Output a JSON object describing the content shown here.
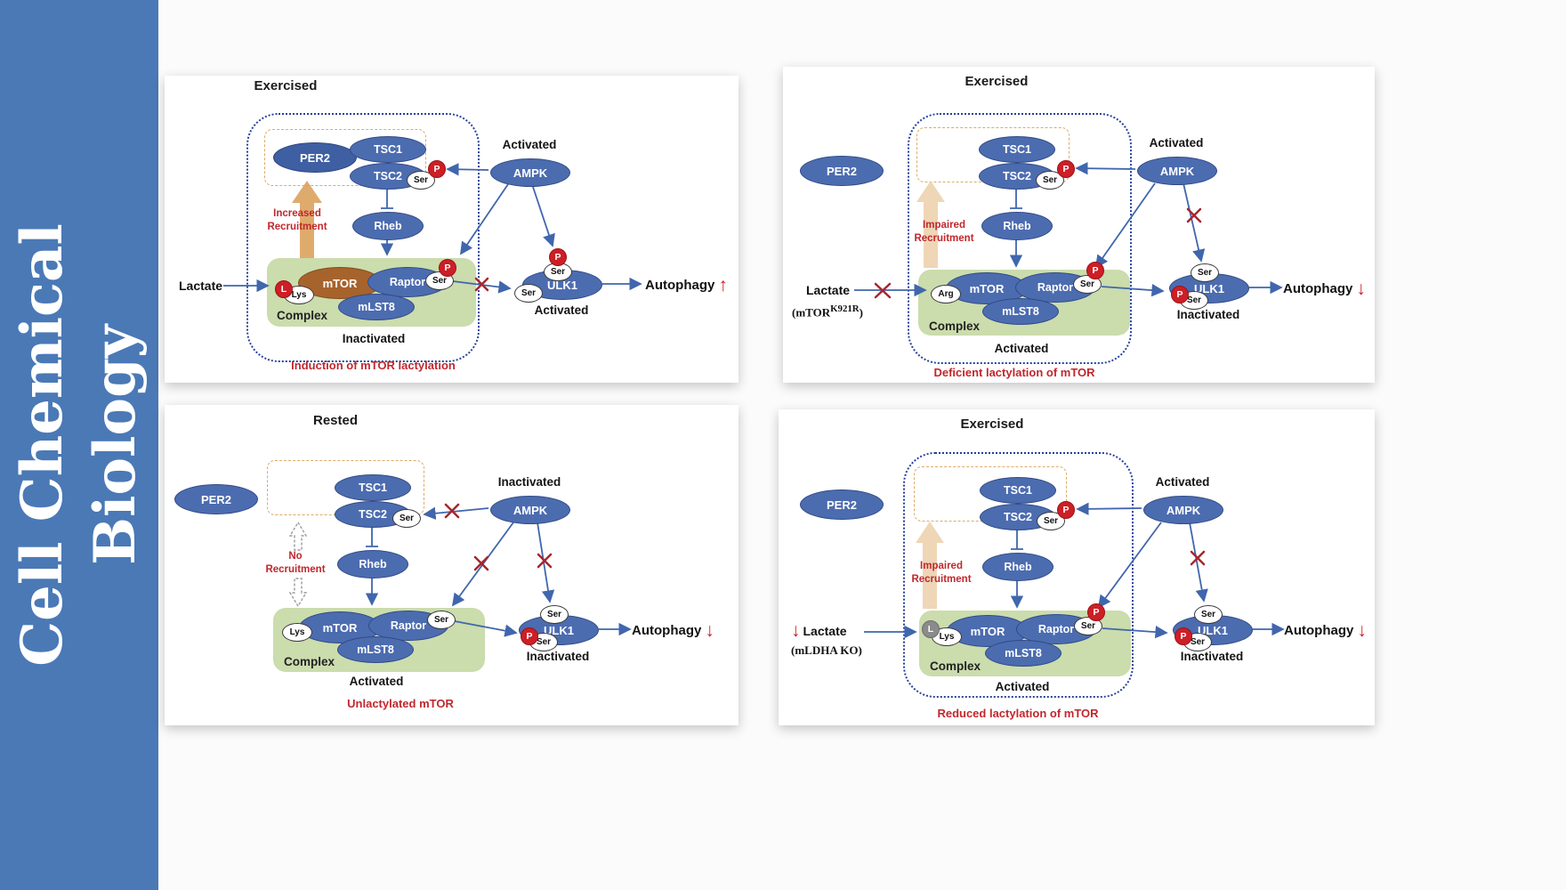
{
  "sidebar": {
    "title_line1": "Cell Chemical",
    "title_line2": "Biology"
  },
  "common": {
    "ser": "Ser",
    "p": "P"
  },
  "colors": {
    "sidebar_bg": "#4a79b6",
    "protein_blue": "#4c6cb0",
    "mtor_lactylated_brown": "#a7632c",
    "complex_green": "#cbdcad",
    "phospho_red": "#cc1f26",
    "caption_red": "#c0272d",
    "recruitment_tan": "#d99c54"
  },
  "p1": {
    "title": "Exercised",
    "per2": "PER2",
    "tsc1": "TSC1",
    "tsc2": "TSC2",
    "ampk": "AMPK",
    "ampk_state": "Activated",
    "rheb": "Rheb",
    "recruitment1": "Increased",
    "recruitment2": "Recruitment",
    "lactate": "Lactate",
    "l_badge": "L",
    "residue": "Lys",
    "mtor": "mTOR",
    "raptor": "Raptor",
    "mlst8": "mLST8",
    "complex": "Complex",
    "complex_state": "Inactivated",
    "ulk1": "ULK1",
    "ulk1_state": "Activated",
    "autophagy": "Autophagy",
    "autophagy_arrow": "↑",
    "caption": "Induction of mTOR lactylation"
  },
  "p2": {
    "title": "Exercised",
    "per2": "PER2",
    "tsc1": "TSC1",
    "tsc2": "TSC2",
    "ampk": "AMPK",
    "ampk_state": "Activated",
    "rheb": "Rheb",
    "recruitment1": "Impaired",
    "recruitment2": "Recruitment",
    "lactate": "Lactate",
    "mutant_pre": "(mTOR",
    "mutant_sup": "K921R",
    "mutant_post": ")",
    "residue": "Arg",
    "mtor": "mTOR",
    "raptor": "Raptor",
    "mlst8": "mLST8",
    "complex": "Complex",
    "complex_state": "Activated",
    "ulk1": "ULK1",
    "ulk1_state": "Inactivated",
    "autophagy": "Autophagy",
    "autophagy_arrow": "↓",
    "caption": "Deficient lactylation of mTOR"
  },
  "p3": {
    "title": "Rested",
    "per2": "PER2",
    "tsc1": "TSC1",
    "tsc2": "TSC2",
    "ampk": "AMPK",
    "ampk_state": "Inactivated",
    "rheb": "Rheb",
    "recruitment1": "No",
    "recruitment2": "Recruitment",
    "residue": "Lys",
    "mtor": "mTOR",
    "raptor": "Raptor",
    "mlst8": "mLST8",
    "complex": "Complex",
    "complex_state": "Activated",
    "ulk1": "ULK1",
    "ulk1_state": "Inactivated",
    "autophagy": "Autophagy",
    "autophagy_arrow": "↓",
    "caption": "Unlactylated mTOR"
  },
  "p4": {
    "title": "Exercised",
    "per2": "PER2",
    "tsc1": "TSC1",
    "tsc2": "TSC2",
    "ampk": "AMPK",
    "ampk_state": "Activated",
    "rheb": "Rheb",
    "recruitment1": "Impaired",
    "recruitment2": "Recruitment",
    "lactate": "Lactate",
    "lactate_arrow": "↓",
    "knockout": "(mLDHA KO)",
    "l_badge": "L",
    "residue": "Lys",
    "mtor": "mTOR",
    "raptor": "Raptor",
    "mlst8": "mLST8",
    "complex": "Complex",
    "complex_state": "Activated",
    "ulk1": "ULK1",
    "ulk1_state": "Inactivated",
    "autophagy": "Autophagy",
    "autophagy_arrow": "↓",
    "caption": "Reduced lactylation of mTOR"
  }
}
